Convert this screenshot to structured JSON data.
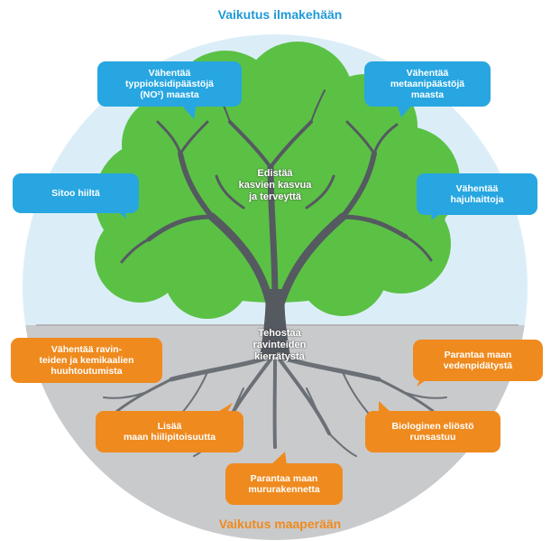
{
  "headings": {
    "top": "Vaikutus ilmakehään",
    "bottom": "Vaikutus maaperään"
  },
  "tree": {
    "crown_lines": [
      "Edistää",
      "kasvien kasvua",
      "ja terveyttä"
    ],
    "trunk_lines": [
      "Tehostaa",
      "ravinteiden",
      "kierrätystä"
    ]
  },
  "bubbles_air": {
    "nitrous_oxide": [
      "Vähentää",
      "typpioksidipäästöjä",
      "(NO²) maasta"
    ],
    "methane": [
      "Vähentää",
      "metaanipäästöjä",
      "maasta"
    ],
    "carbon": [
      "Sitoo hiiltä"
    ],
    "odour": [
      "Vähentää",
      "hajuhaittoja"
    ]
  },
  "bubbles_soil": {
    "leaching": [
      "Vähentää ravin-",
      "teiden ja kemikaalien",
      "huuhtoutumista"
    ],
    "water": [
      "Parantaa maan",
      "vedenpidätystä"
    ],
    "soil_carbon": [
      "Lisää",
      "maan hiilipitoisuutta"
    ],
    "biota": [
      "Biologinen eliöstö",
      "runsastuu"
    ],
    "structure": [
      "Parantaa maan",
      "mururakennetta"
    ]
  },
  "colors": {
    "air_accent": "#27a6e1",
    "soil_accent": "#ef8a1e",
    "crown": "#5bc145",
    "trunk": "#555a60",
    "sky_circle": "#dbeef8",
    "soil_band": "#c9cacc"
  }
}
